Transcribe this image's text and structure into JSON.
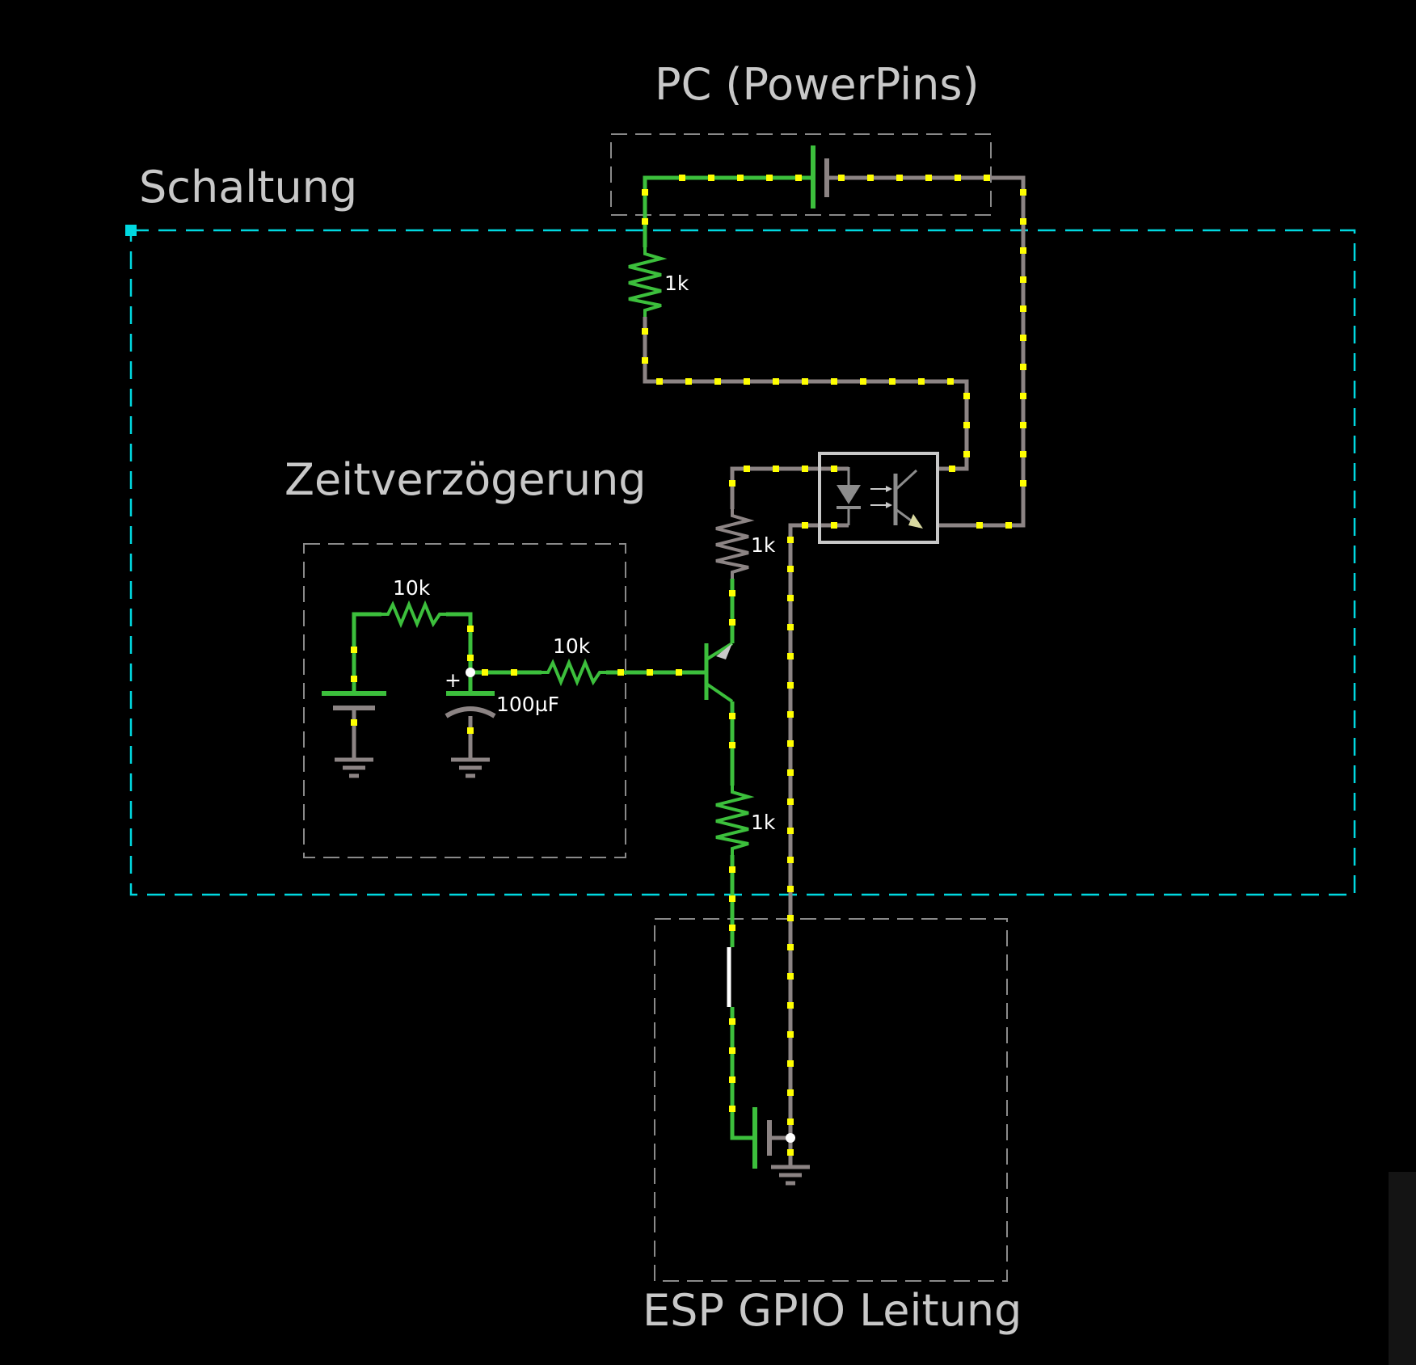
{
  "colors": {
    "background": "#000000",
    "wire_live": "#3cbf3c",
    "wire_idle": "#8c8484",
    "current_dot": "#ffff00",
    "selection": "#00d8e0",
    "box_border": "#8a8a8a",
    "component": "#909090",
    "text": "#c8c8c8"
  },
  "boxes": {
    "schaltung": {
      "title": "Schaltung",
      "selected": true
    },
    "pc": {
      "title": "PC (PowerPins)"
    },
    "zeitverzoegerung": {
      "title": "Zeitverzögerung"
    },
    "esp": {
      "title": "ESP GPIO Leitung"
    }
  },
  "labels": {
    "r_pc": "1k",
    "r_opto": "1k",
    "r_emitter": "1k",
    "r_feedback": "10k",
    "r_base": "10k",
    "cap_value": "100µF",
    "cap_polarity": "+"
  },
  "icons": {
    "battery": "battery-icon",
    "resistor": "resistor-icon",
    "capacitor": "capacitor-icon",
    "transistor": "pnp-transistor-icon",
    "optocoupler": "optocoupler-icon",
    "ground": "ground-icon",
    "switch": "switch-icon"
  }
}
